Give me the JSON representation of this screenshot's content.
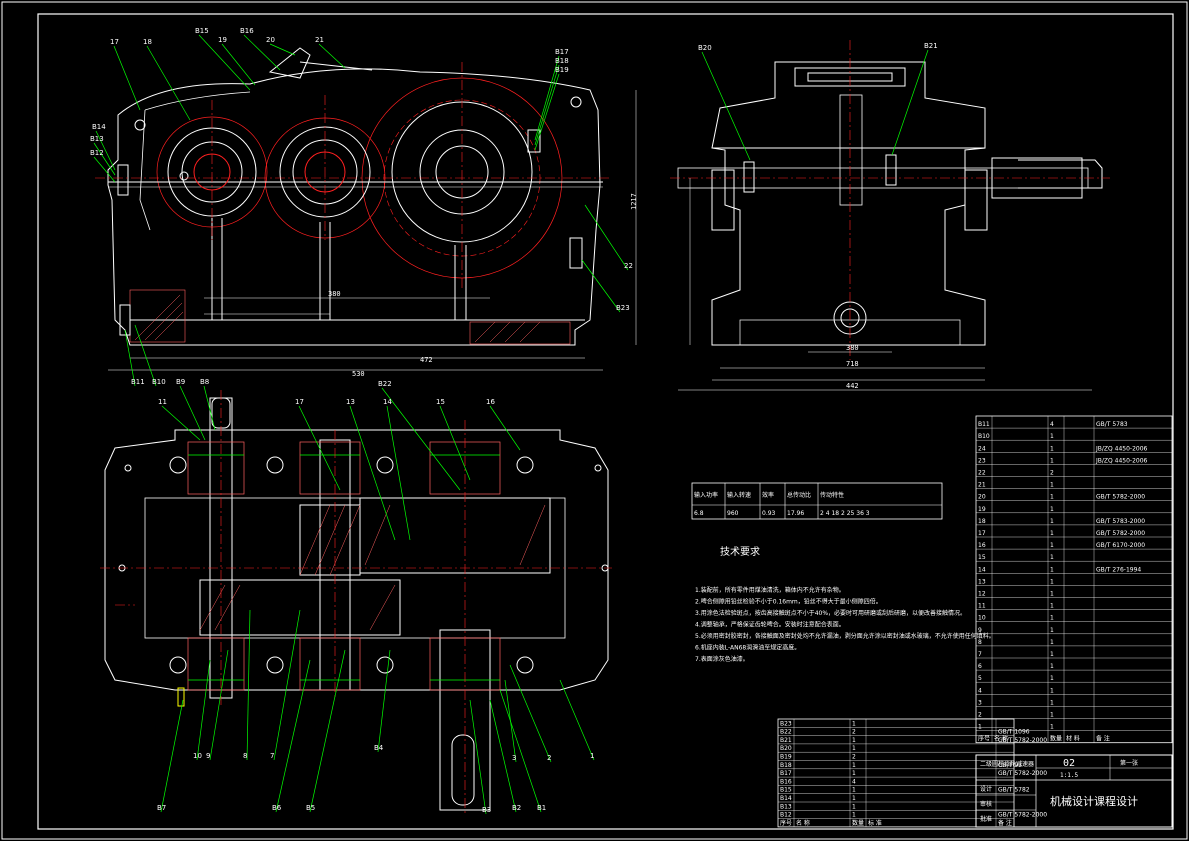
{
  "colors": {
    "background": "#000000",
    "outline": "#ffffff",
    "centerline": "#ff0000",
    "leader": "#00ff00",
    "section": "#ff6060",
    "dimension": "#ffffff",
    "accent": "#ffff00"
  },
  "front_view_labels": {
    "top": [
      "17",
      "18",
      "B15",
      "19",
      "B16",
      "20",
      "21",
      "B17",
      "B18",
      "B19"
    ],
    "left": [
      "B14",
      "B13",
      "B12",
      "B11",
      "B10"
    ],
    "right": [
      "22",
      "B23"
    ],
    "dims": [
      "472",
      "530",
      "380",
      "1217"
    ]
  },
  "side_view_labels": {
    "top": [
      "B20",
      "B21"
    ],
    "dims": [
      "380",
      "718",
      "442"
    ]
  },
  "top_view_labels": {
    "top": [
      "11",
      "B9",
      "B8",
      "17",
      "13",
      "B22",
      "14",
      "15",
      "16"
    ],
    "bottom": [
      "B7",
      "10",
      "9",
      "8",
      "7",
      "B6",
      "B5",
      "B4",
      "B3",
      "B2",
      "B1",
      "3",
      "2",
      "1"
    ]
  },
  "performance_table": {
    "rows": [
      [
        "输入功率",
        "输入转速",
        "效率",
        "总传动比",
        "传动特性"
      ],
      [
        "6.8",
        "960",
        "0.93",
        "17.96",
        "2 4 18 2 25 36 3"
      ]
    ]
  },
  "tech_requirements": {
    "title": "技术要求",
    "items": [
      "1.装配前，所有零件用煤油清洗，箱体内不允许有杂物。",
      "2.啤合侧隙用铅丝检验不小于0.16mm，铅丝不得大于最小侧隙四倍。",
      "3.用涂色法检验斑点，按齿高接触斑点不小于40%，必要时可用研磨或刮后研磨，以便改善接触情况。",
      "4.调整轴承，严格保证齿轮啤合。安装时注意配合表面。",
      "5.必须用密封胶密封，各接触面及密封处均不允许漏油，剥分面允许涂以密封油或水玻璃，不允许使用任何填料。",
      "6.机座内装L-AN68润滑油至规定高度。",
      "7.表面涂灰色油漆。"
    ]
  },
  "parts_list_right": {
    "rows": [
      [
        "B11",
        "",
        "4",
        "",
        "GB/T 5783"
      ],
      [
        "B10",
        "",
        "1",
        "",
        ""
      ],
      [
        "24",
        "",
        "1",
        "",
        "JB/ZQ 4450-2006"
      ],
      [
        "23",
        "",
        "1",
        "",
        "JB/ZQ 4450-2006"
      ],
      [
        "22",
        "",
        "2",
        "",
        ""
      ],
      [
        "21",
        "",
        "1",
        "",
        ""
      ],
      [
        "20",
        "",
        "1",
        "",
        "GB/T 5782-2000"
      ],
      [
        "19",
        "",
        "1",
        "",
        ""
      ],
      [
        "18",
        "",
        "1",
        "",
        "GB/T 5783-2000"
      ],
      [
        "17",
        "",
        "1",
        "",
        "GB/T 5782-2000"
      ],
      [
        "16",
        "",
        "1",
        "",
        "GB/T 6170-2000"
      ],
      [
        "15",
        "",
        "1",
        "",
        ""
      ],
      [
        "14",
        "",
        "1",
        "",
        "GB/T 276-1994"
      ],
      [
        "13",
        "",
        "1",
        "",
        ""
      ],
      [
        "12",
        "",
        "1",
        "",
        ""
      ],
      [
        "11",
        "",
        "1",
        "",
        ""
      ],
      [
        "10",
        "",
        "1",
        "",
        ""
      ],
      [
        "9",
        "",
        "1",
        "",
        ""
      ],
      [
        "8",
        "",
        "1",
        "",
        ""
      ],
      [
        "7",
        "",
        "1",
        "",
        ""
      ],
      [
        "6",
        "",
        "1",
        "",
        ""
      ],
      [
        "5",
        "",
        "1",
        "",
        ""
      ],
      [
        "4",
        "",
        "1",
        "",
        ""
      ],
      [
        "3",
        "",
        "1",
        "",
        ""
      ],
      [
        "2",
        "",
        "1",
        "",
        ""
      ],
      [
        "1",
        "",
        "1",
        "",
        ""
      ]
    ],
    "header": [
      "序号",
      "名 称",
      "数量",
      "材 料",
      "备 注"
    ]
  },
  "parts_list_bottom": {
    "rows": [
      [
        "B23",
        "",
        "1",
        "",
        ""
      ],
      [
        "B22",
        "",
        "2",
        "",
        "GB/T 1096"
      ],
      [
        "B21",
        "",
        "1",
        "",
        "GB/T 5782-2000"
      ],
      [
        "B20",
        "",
        "1",
        "",
        ""
      ],
      [
        "B19",
        "",
        "2",
        "",
        ""
      ],
      [
        "B18",
        "",
        "1",
        "",
        "GB/T 93"
      ],
      [
        "B17",
        "",
        "1",
        "",
        "GB/T 5782-2000"
      ],
      [
        "B16",
        "",
        "4",
        "",
        ""
      ],
      [
        "B15",
        "",
        "1",
        "",
        "GB/T 5782"
      ],
      [
        "B14",
        "",
        "1",
        "",
        ""
      ],
      [
        "B13",
        "",
        "1",
        "",
        ""
      ],
      [
        "B12",
        "",
        "1",
        "",
        "GB/T 5782-2000"
      ]
    ],
    "header": [
      "序号",
      "名 称",
      "数量",
      "标 准",
      "备 注"
    ]
  },
  "title_block": {
    "drawing_title": "二级圆柱齿轮减速器",
    "code": "02",
    "scale": "1:1.5",
    "sheet": "第一张",
    "project": "机械设计课程设计",
    "roles": [
      "设计",
      "审核",
      "批准"
    ]
  }
}
